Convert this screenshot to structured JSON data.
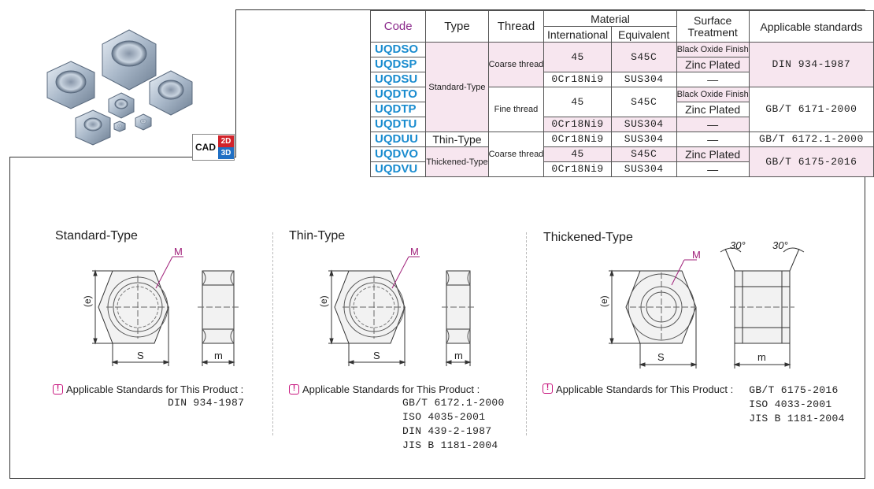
{
  "cad": {
    "label": "CAD",
    "d2": "2D",
    "d3": "3D"
  },
  "table": {
    "headers": {
      "code": "Code",
      "type": "Type",
      "thread": "Thread",
      "material": "Material",
      "international": "International",
      "equivalent": "Equivalent",
      "surface1": "Surface",
      "surface2": "Treatment",
      "standards": "Applicable standards"
    },
    "rows": [
      {
        "code": "UQDSO",
        "intl": "45",
        "equiv": "S45C",
        "surface": "Black Oxide Finish"
      },
      {
        "code": "UQDSP",
        "surface": "Zinc Plated"
      },
      {
        "code": "UQDSU",
        "intl": "0Cr18Ni9",
        "equiv": "SUS304",
        "surface": "—"
      },
      {
        "code": "UQDTO",
        "intl": "45",
        "equiv": "S45C",
        "surface": "Black Oxide Finish"
      },
      {
        "code": "UQDTP",
        "surface": "Zinc Plated"
      },
      {
        "code": "UQDTU",
        "intl": "0Cr18Ni9",
        "equiv": "SUS304",
        "surface": "—"
      },
      {
        "code": "UQDUU",
        "intl": "0Cr18Ni9",
        "equiv": "SUS304",
        "surface": "—"
      },
      {
        "code": "UQDVO",
        "intl": "45",
        "equiv": "S45C",
        "surface": "Zinc Plated"
      },
      {
        "code": "UQDVU",
        "intl": "0Cr18Ni9",
        "equiv": "SUS304",
        "surface": "—"
      }
    ],
    "types": {
      "standard": "Standard-Type",
      "thin": "Thin-Type",
      "thickened": "Thickened-Type"
    },
    "threads": {
      "coarse1": "Coarse thread",
      "fine": "Fine thread",
      "coarse2": "Coarse thread"
    },
    "standards": {
      "s1": "DIN 934-1987",
      "s2": "GB/T 6171-2000",
      "s3": "GB/T 6172.1-2000",
      "s4": "GB/T 6175-2016"
    }
  },
  "sections": {
    "standard": {
      "title": "Standard-Type",
      "labels": {
        "m_top": "M",
        "e": "(e)",
        "s": "S",
        "m": "m"
      },
      "applicable_label": "Applicable Standards for This Product :",
      "list": [
        "DIN 934-1987"
      ]
    },
    "thin": {
      "title": "Thin-Type",
      "labels": {
        "m_top": "M",
        "e": "(e)",
        "s": "S",
        "m": "m"
      },
      "applicable_label": "Applicable Standards for This Product :",
      "list": [
        "GB/T 6172.1-2000",
        "ISO 4035-2001",
        "DIN 439-2-1987",
        "JIS B 1181-2004"
      ]
    },
    "thickened": {
      "title": "Thickened-Type",
      "labels": {
        "m_top": "M",
        "e": "(e)",
        "s": "S",
        "m": "m",
        "angle1": "30°",
        "angle2": "30°"
      },
      "applicable_label": "Applicable Standards for This Product :",
      "list": [
        "GB/T 6175-2016",
        "ISO 4033-2001",
        "JIS B 1181-2004"
      ]
    }
  },
  "warn_icon": "!"
}
